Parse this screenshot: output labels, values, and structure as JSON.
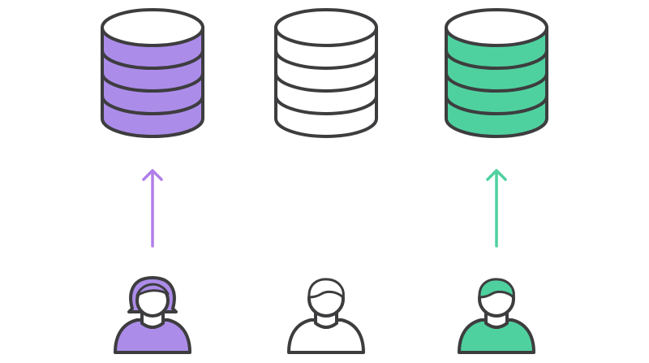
{
  "colors": {
    "stroke": "#3d3d3f",
    "background": "#ffffff",
    "purple": "#ac8ce9",
    "white": "#ffffff",
    "green": "#4fd19f",
    "purple_arrow": "#b07ee8",
    "green_arrow": "#4fd19f"
  },
  "columns": [
    {
      "id": "left",
      "database": {
        "icon": "database-icon",
        "fill": "#ac8ce9"
      },
      "arrow": {
        "visible": true,
        "direction": "up",
        "color": "#b07ee8"
      },
      "user": {
        "icon": "user-female-icon",
        "fill": "#ac8ce9"
      }
    },
    {
      "id": "middle",
      "database": {
        "icon": "database-icon",
        "fill": "#ffffff"
      },
      "arrow": {
        "visible": false
      },
      "user": {
        "icon": "user-male-icon",
        "fill": "#ffffff"
      }
    },
    {
      "id": "right",
      "database": {
        "icon": "database-icon",
        "fill": "#4fd19f"
      },
      "arrow": {
        "visible": true,
        "direction": "up",
        "color": "#4fd19f"
      },
      "user": {
        "icon": "user-male-icon",
        "fill": "#4fd19f"
      }
    }
  ]
}
